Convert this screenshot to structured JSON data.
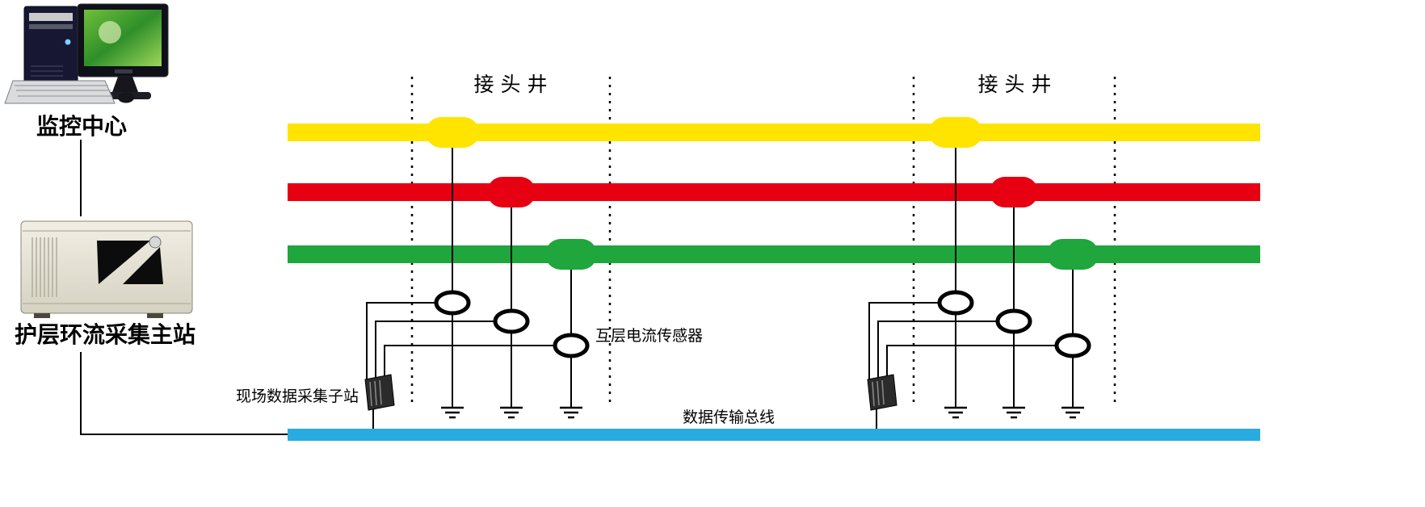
{
  "diagram": {
    "monitoring_center_label": "监控中心",
    "master_station_label": "护层环流采集主站",
    "joint_wells": [
      {
        "label": "接头井"
      },
      {
        "label": "接头井"
      }
    ],
    "sensor_label": "互层电流传感器",
    "field_substation_label": "现场数据采集子站",
    "data_bus_label": "数据传输总线",
    "colors": {
      "cable_yellow": "#ffe400",
      "cable_red": "#e60012",
      "cable_green": "#1fa63c",
      "bus_blue": "#29abe2"
    }
  }
}
